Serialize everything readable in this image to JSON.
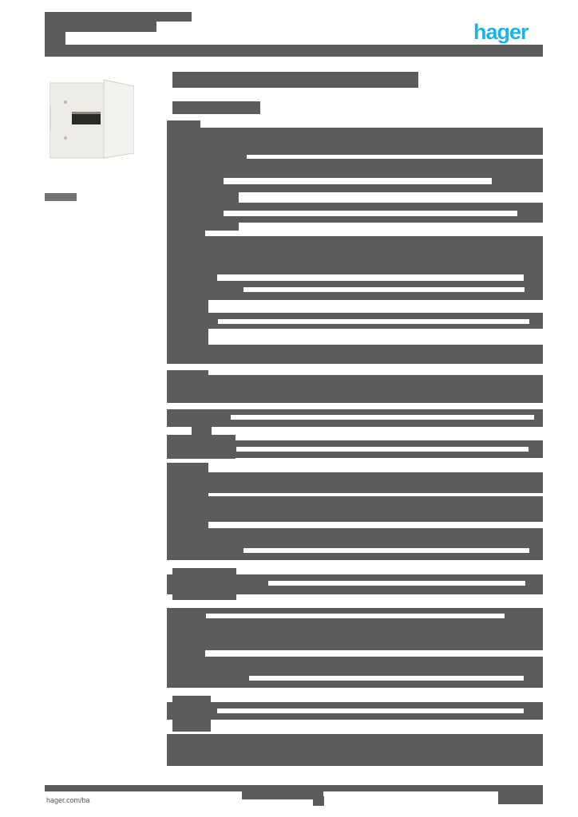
{
  "header": {
    "brand_logo": "hager",
    "brand_color": "#1fb3e5",
    "title_redacted": true
  },
  "product": {
    "image_alt": "white flush-mount distribution box with open door",
    "image_icon": "enclosure-image"
  },
  "body": {
    "text_color_blocks": "#5b5c5c",
    "content_redacted": true
  },
  "footer": {
    "link_text": "hager.com/ba"
  }
}
